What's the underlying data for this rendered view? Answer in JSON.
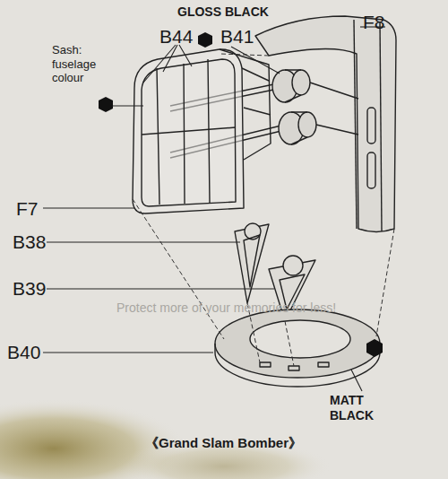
{
  "diagram": {
    "caption": "《Grand Slam Bomber》",
    "labels": [
      "GLOSS BLACK",
      "B44",
      "B41",
      "F8",
      "Sash: fuselage colour",
      "F7",
      "B38",
      "B39",
      "B40",
      "MATT BLACK",
      "Protect more of your memories for less!"
    ]
  }
}
